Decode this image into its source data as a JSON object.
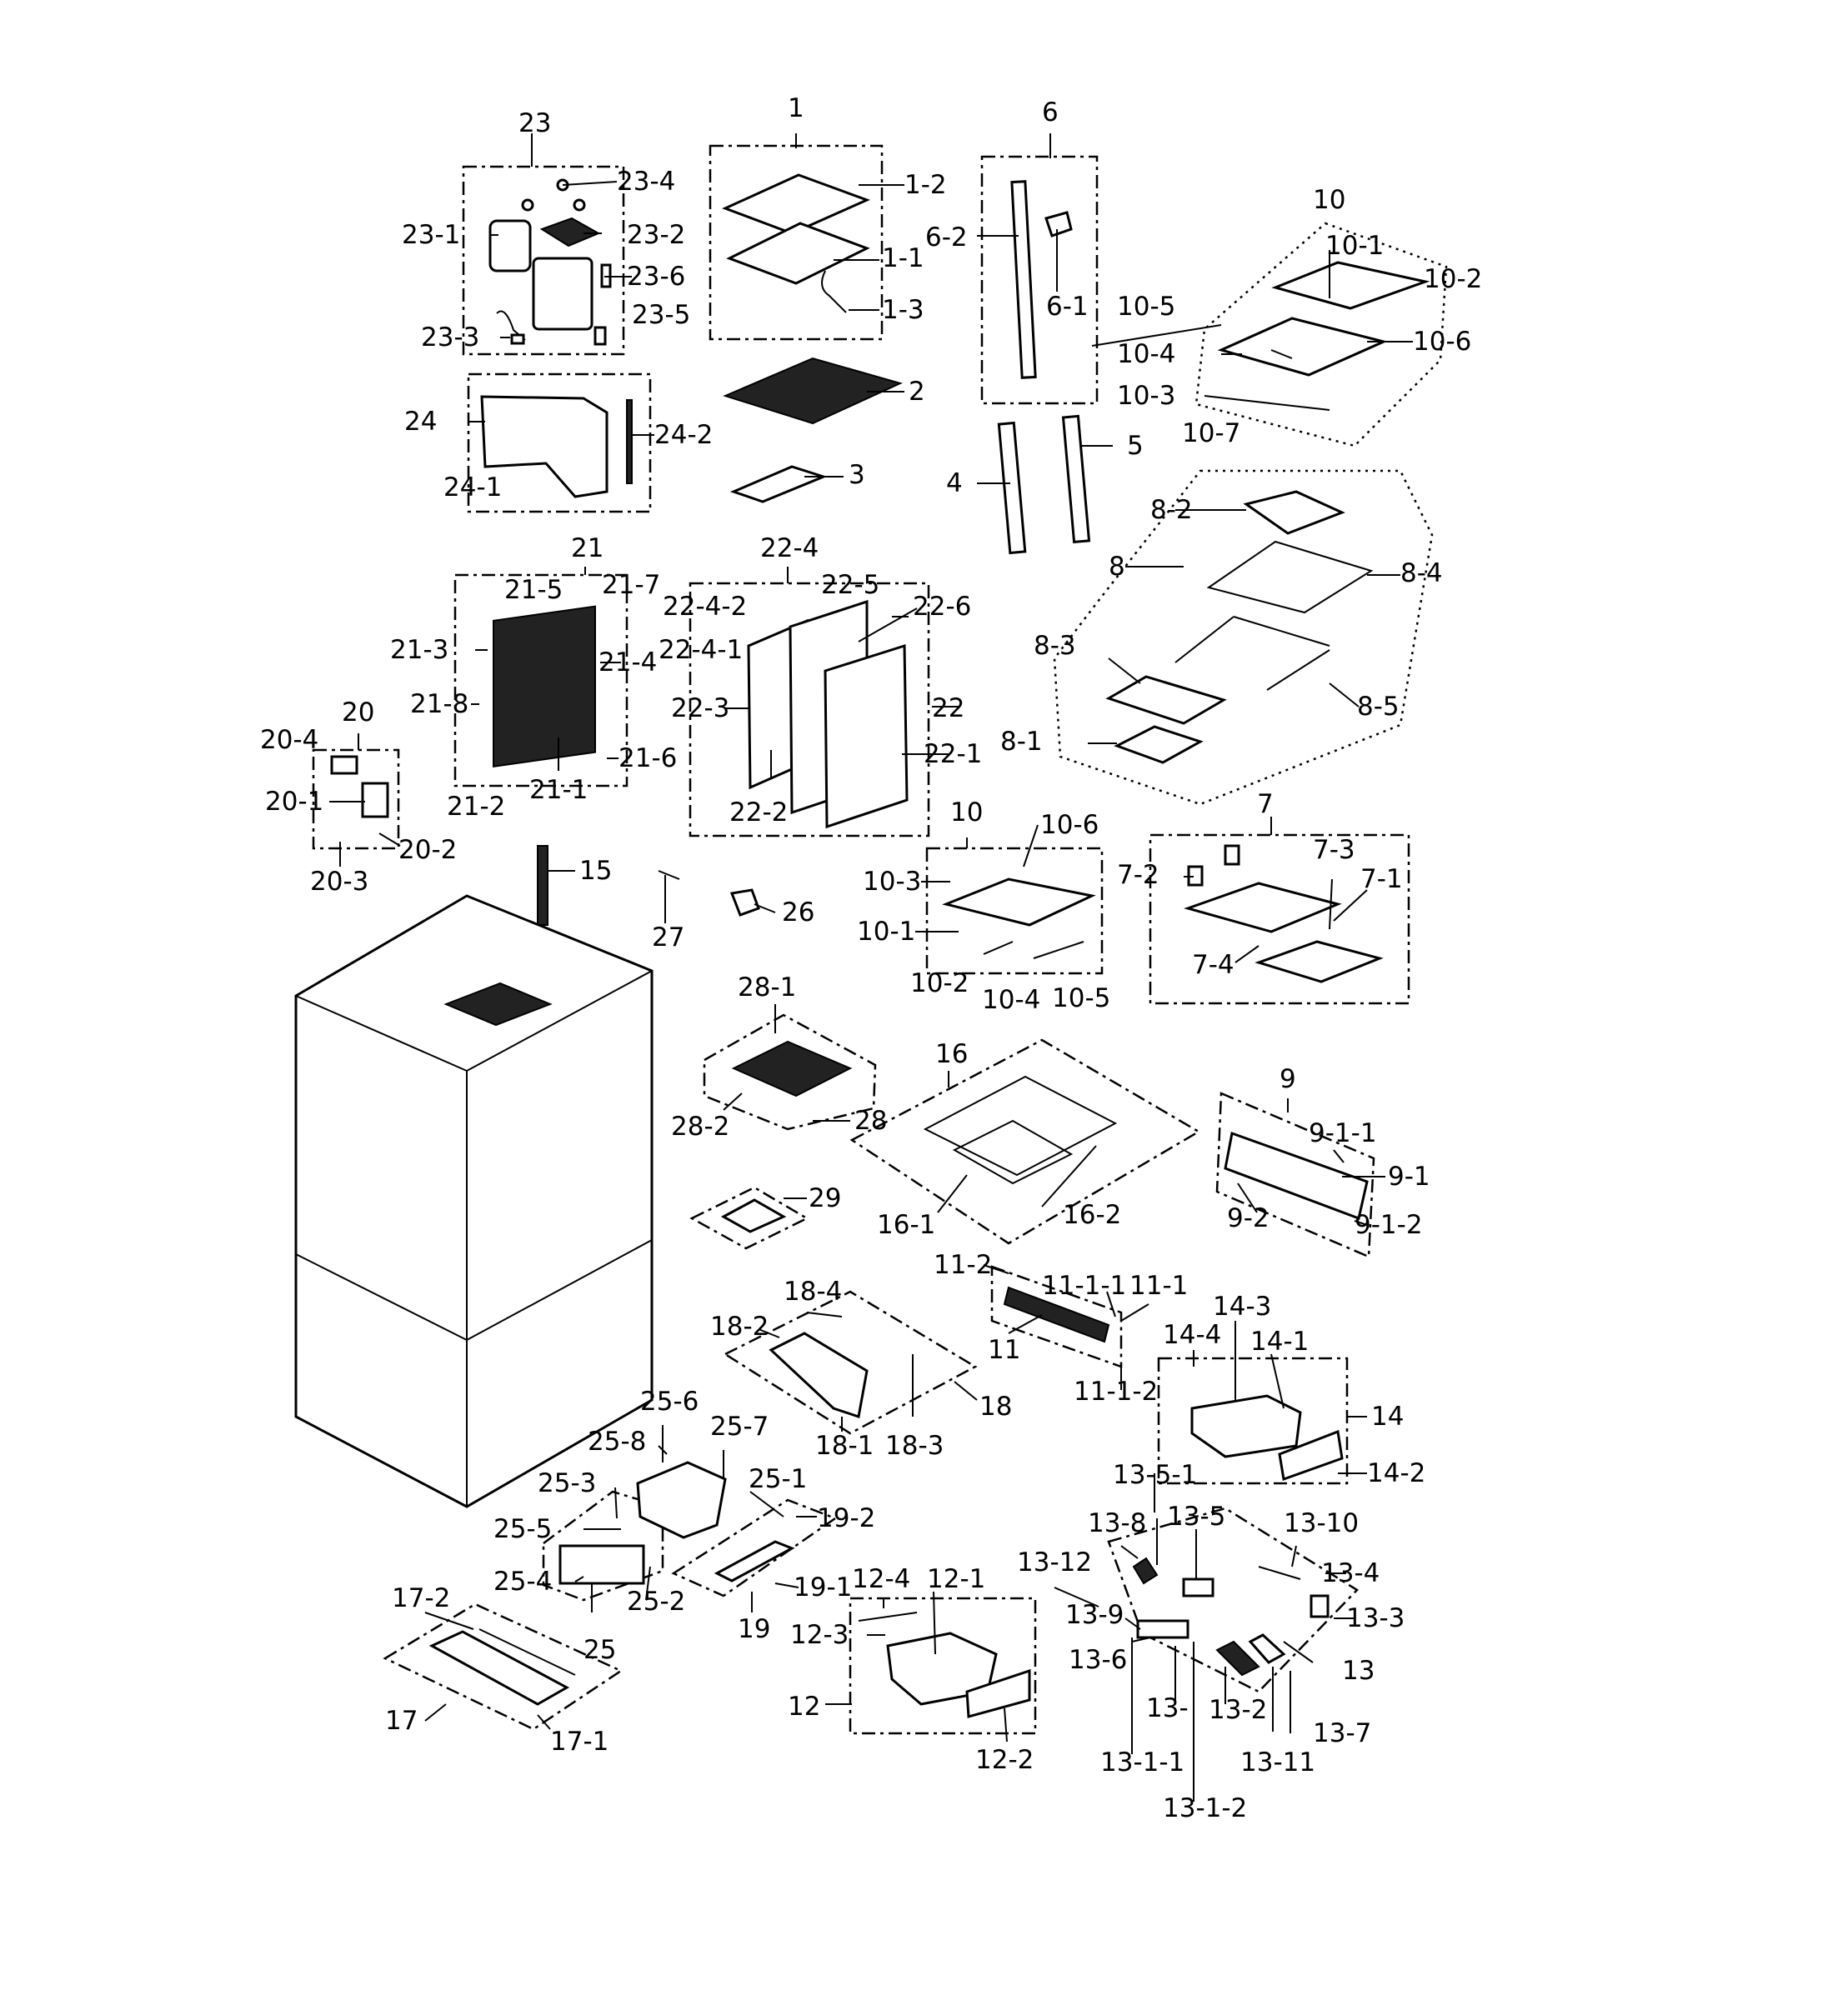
{
  "labels": [
    "1",
    "1-1",
    "1-2",
    "1-3",
    "2",
    "3",
    "4",
    "5",
    "6",
    "6-1",
    "6-2",
    "7",
    "7-1",
    "7-2",
    "7-3",
    "7-4",
    "8",
    "8-1",
    "8-2",
    "8-3",
    "8-4",
    "8-5",
    "9",
    "9-1",
    "9-1-1",
    "9-1-2",
    "9-2",
    "10",
    "10-1",
    "10-2",
    "10-3",
    "10-4",
    "10-5",
    "10-6",
    "10-7",
    "10",
    "10-6",
    "10-3",
    "10-1",
    "10-2",
    "10-4",
    "10-5",
    "11",
    "11-1",
    "11-1-1",
    "11-1-2",
    "11-2",
    "12",
    "12-1",
    "12-2",
    "12-3",
    "12-4",
    "13",
    "13-1-1",
    "13-1-2",
    "13-2",
    "13-3",
    "13-4",
    "13-5",
    "13-5-1",
    "13-6",
    "13-7",
    "13-8",
    "13-9",
    "13-10",
    "13-11",
    "13-12",
    "13-",
    "14",
    "14-1",
    "14-2",
    "14-3",
    "14-4",
    "15",
    "16",
    "16-1",
    "16-2",
    "17",
    "17-1",
    "17-2",
    "18",
    "18-1",
    "18-2",
    "18-3",
    "18-4",
    "19",
    "19-1",
    "19-2",
    "20",
    "20-1",
    "20-2",
    "20-3",
    "20-4",
    "21",
    "21-1",
    "21-2",
    "21-3",
    "21-4",
    "21-5",
    "21-6",
    "21-7",
    "21-8",
    "22",
    "22-1",
    "22-2",
    "22-3",
    "22-4",
    "22-4-1",
    "22-4-2",
    "22-5",
    "22-6",
    "23",
    "23-1",
    "23-2",
    "23-3",
    "23-4",
    "23-5",
    "23-6",
    "24",
    "24-1",
    "24-2",
    "25",
    "25-1",
    "25-2",
    "25-3",
    "25-4",
    "25-5",
    "25-6",
    "25-7",
    "25-8",
    "26",
    "27",
    "28",
    "28-1",
    "28-2",
    "29"
  ]
}
